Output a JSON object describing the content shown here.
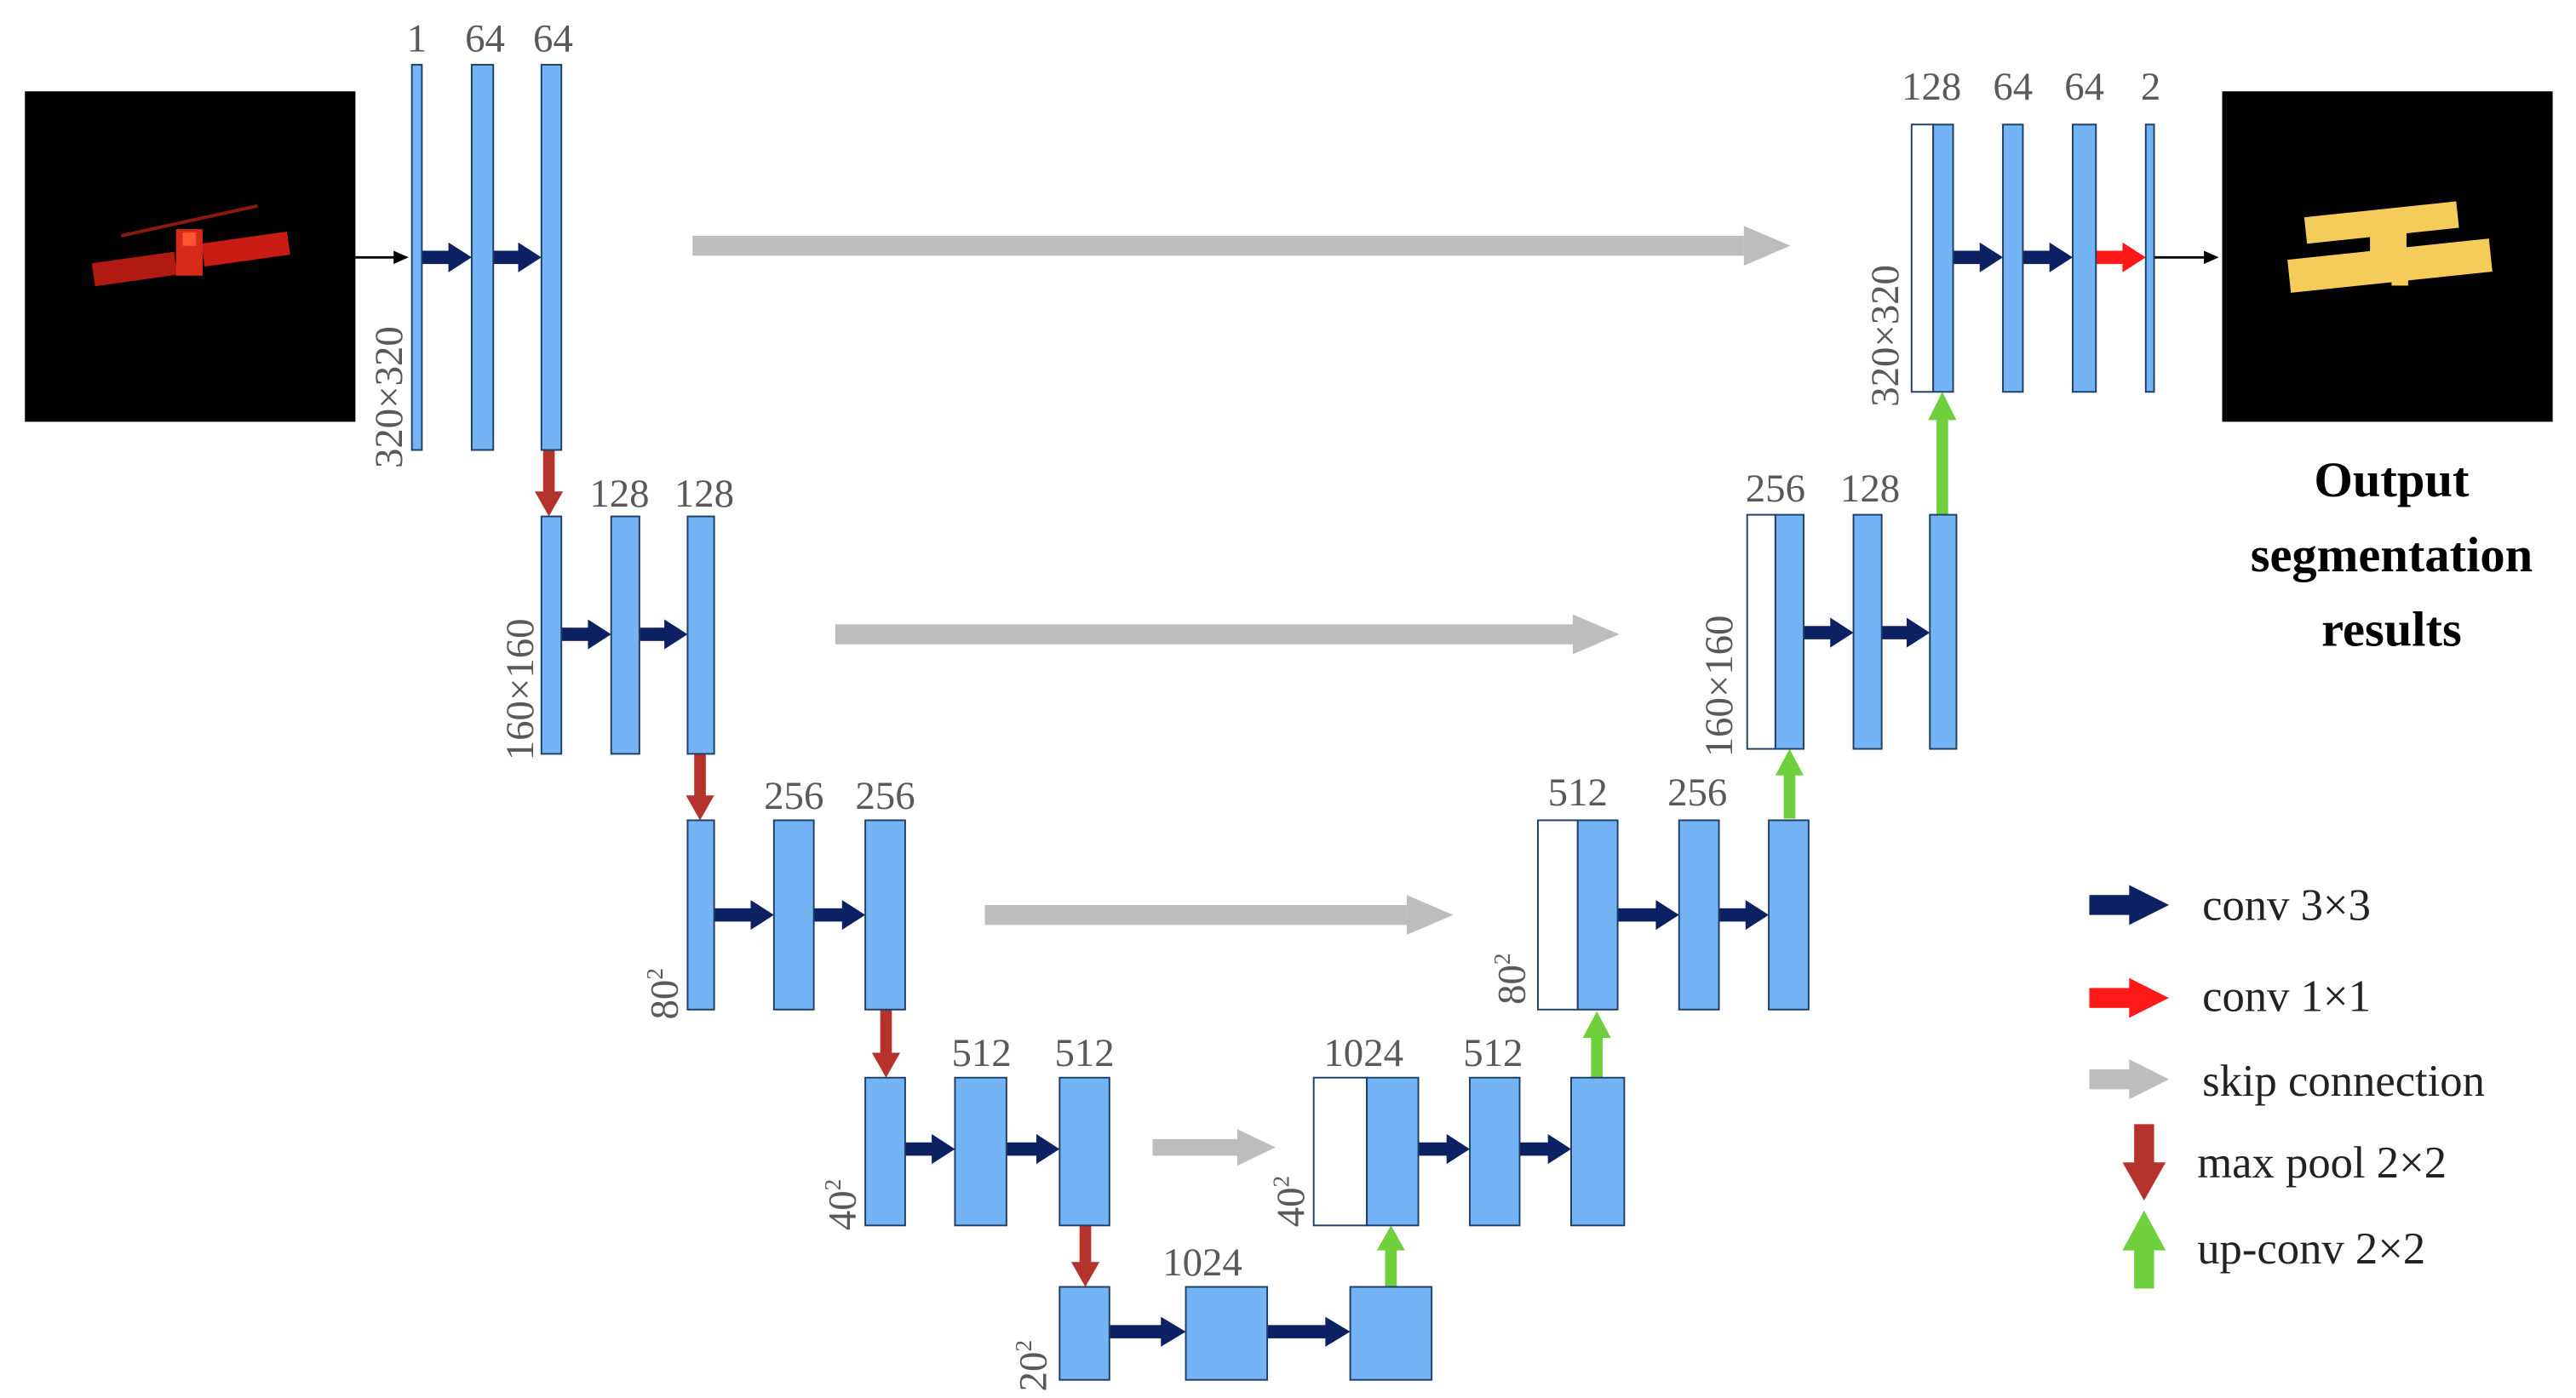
{
  "colors": {
    "layer_fill": "#74b3f4",
    "layer_stroke": "#1f3f66",
    "concat_fill": "#ffffff",
    "conv3": "#0b2163",
    "conv1": "#ff1a1a",
    "skip": "#bdbdbd",
    "maxpool": "#b5332c",
    "upconv": "#6fcf3c",
    "flow": "#000000",
    "text": "#595959"
  },
  "input_image": {
    "icon": "satellite-red-image"
  },
  "output_image": {
    "icon": "satellite-segmentation-mask"
  },
  "output_title": {
    "line1": "Output",
    "line2": "segmentation",
    "line3": "results"
  },
  "encoder": {
    "level1": {
      "ch1": "1",
      "ch2": "64",
      "ch3": "64",
      "size": "320×320"
    },
    "level2": {
      "ch2": "128",
      "ch3": "128",
      "size": "160×160"
    },
    "level3": {
      "ch2": "256",
      "ch3": "256",
      "size_base": "80",
      "size_exp": "2"
    },
    "level4": {
      "ch2": "512",
      "ch3": "512",
      "size_base": "40",
      "size_exp": "2"
    }
  },
  "bottleneck": {
    "ch": "1024",
    "size_base": "20",
    "size_exp": "2"
  },
  "decoder": {
    "level4": {
      "ch1": "1024",
      "ch2": "512",
      "size_base": "40",
      "size_exp": "2"
    },
    "level3": {
      "ch1": "512",
      "ch2": "256",
      "size_base": "80",
      "size_exp": "2"
    },
    "level2": {
      "ch1": "256",
      "ch2": "128",
      "size": "160×160"
    },
    "level1": {
      "ch1": "128",
      "ch2": "64",
      "ch3": "64",
      "ch4": "2",
      "size": "320×320"
    }
  },
  "legend": [
    {
      "label": "conv 3×3",
      "icon": "arrow-right-navy-icon"
    },
    {
      "label": "conv 1×1",
      "icon": "arrow-right-red-icon"
    },
    {
      "label": "skip connection",
      "icon": "arrow-right-gray-icon"
    },
    {
      "label": "max pool 2×2",
      "icon": "arrow-down-red-icon"
    },
    {
      "label": "up-conv 2×2",
      "icon": "arrow-up-green-icon"
    }
  ]
}
